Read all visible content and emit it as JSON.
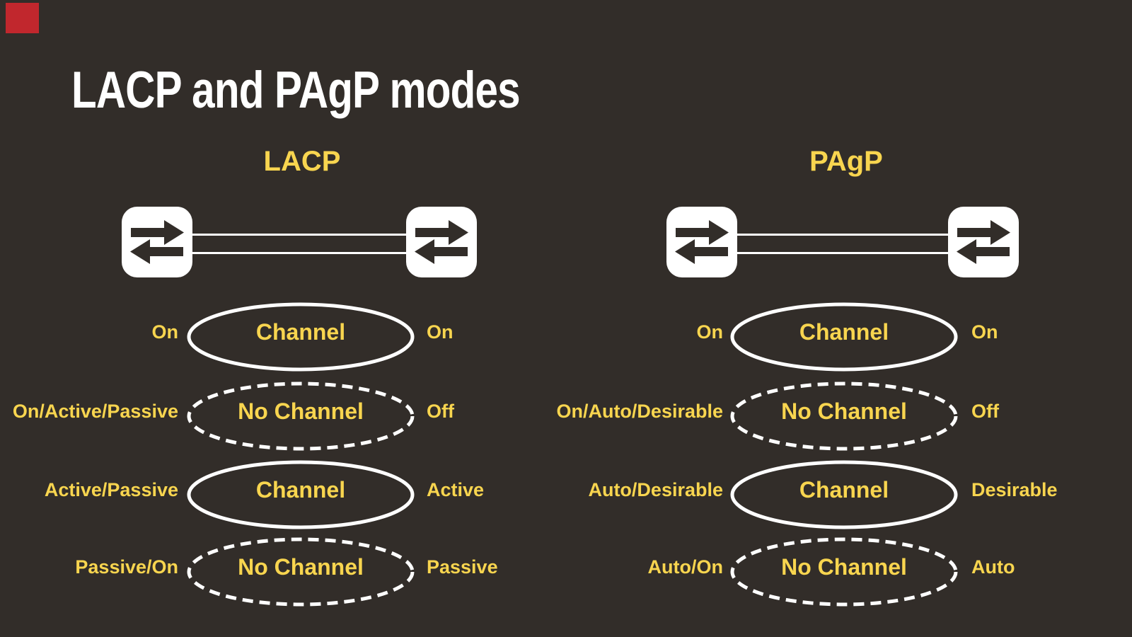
{
  "title": "LACP and PAgP modes",
  "colors": {
    "background": "#322d29",
    "yellow": "#f8d54f",
    "white": "#ffffff",
    "accent_red": "#c1272d"
  },
  "columns": [
    {
      "header": "LACP",
      "rows": [
        {
          "left": "On",
          "center": "Channel",
          "right": "On",
          "ellipse_style": "solid"
        },
        {
          "left": "On/Active/Passive",
          "center": "No Channel",
          "right": "Off",
          "ellipse_style": "dashed"
        },
        {
          "left": "Active/Passive",
          "center": "Channel",
          "right": "Active",
          "ellipse_style": "solid"
        },
        {
          "left": "Passive/On",
          "center": "No Channel",
          "right": "Passive",
          "ellipse_style": "dashed"
        }
      ]
    },
    {
      "header": "PAgP",
      "rows": [
        {
          "left": "On",
          "center": "Channel",
          "right": "On",
          "ellipse_style": "solid"
        },
        {
          "left": "On/Auto/Desirable",
          "center": "No Channel",
          "right": "Off",
          "ellipse_style": "dashed"
        },
        {
          "left": "Auto/Desirable",
          "center": "Channel",
          "right": "Desirable",
          "ellipse_style": "solid"
        },
        {
          "left": "Auto/On",
          "center": "No Channel",
          "right": "Auto",
          "ellipse_style": "dashed"
        }
      ]
    }
  ]
}
